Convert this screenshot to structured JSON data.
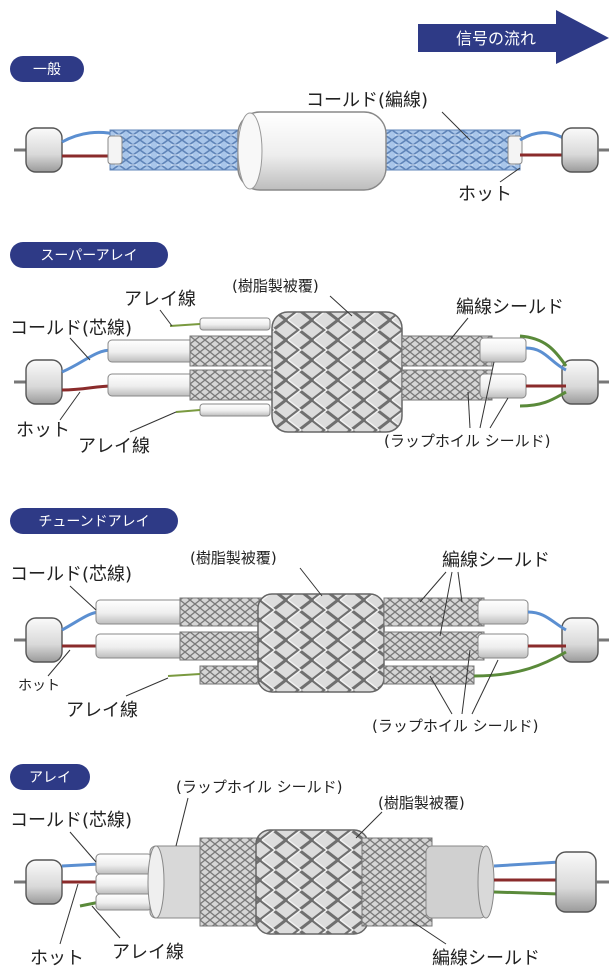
{
  "flow_label": "信号の流れ",
  "colors": {
    "pill": "#2e3a86",
    "wire_blue": "#5b8fd1",
    "wire_red": "#8a2b2b",
    "wire_green": "#5a8a3a",
    "braid_blue": "#a9c6ea",
    "braid_gray": "#c9c9c9"
  },
  "sections": [
    {
      "tag": "一般",
      "labels": {
        "cold": "コールド(編線)",
        "hot": "ホット"
      }
    },
    {
      "tag": "スーパーアレイ",
      "labels": {
        "jacket": "(樹脂製被覆)",
        "array_top": "アレイ線",
        "cold": "コールド(芯線)",
        "braid_shield": "編線シールド",
        "hot": "ホット",
        "array_bottom": "アレイ線",
        "wrap_foil": "(ラップホイル シールド)"
      }
    },
    {
      "tag": "チューンドアレイ",
      "labels": {
        "jacket": "(樹脂製被覆)",
        "cold": "コールド(芯線)",
        "braid_shield": "編線シールド",
        "hot": "ホット",
        "array": "アレイ線",
        "wrap_foil": "(ラップホイル シールド)"
      }
    },
    {
      "tag": "アレイ",
      "labels": {
        "wrap_foil": "(ラップホイル シールド)",
        "jacket": "(樹脂製被覆)",
        "cold": "コールド(芯線)",
        "hot": "ホット",
        "array": "アレイ線",
        "braid_shield": "編線シールド"
      }
    }
  ]
}
